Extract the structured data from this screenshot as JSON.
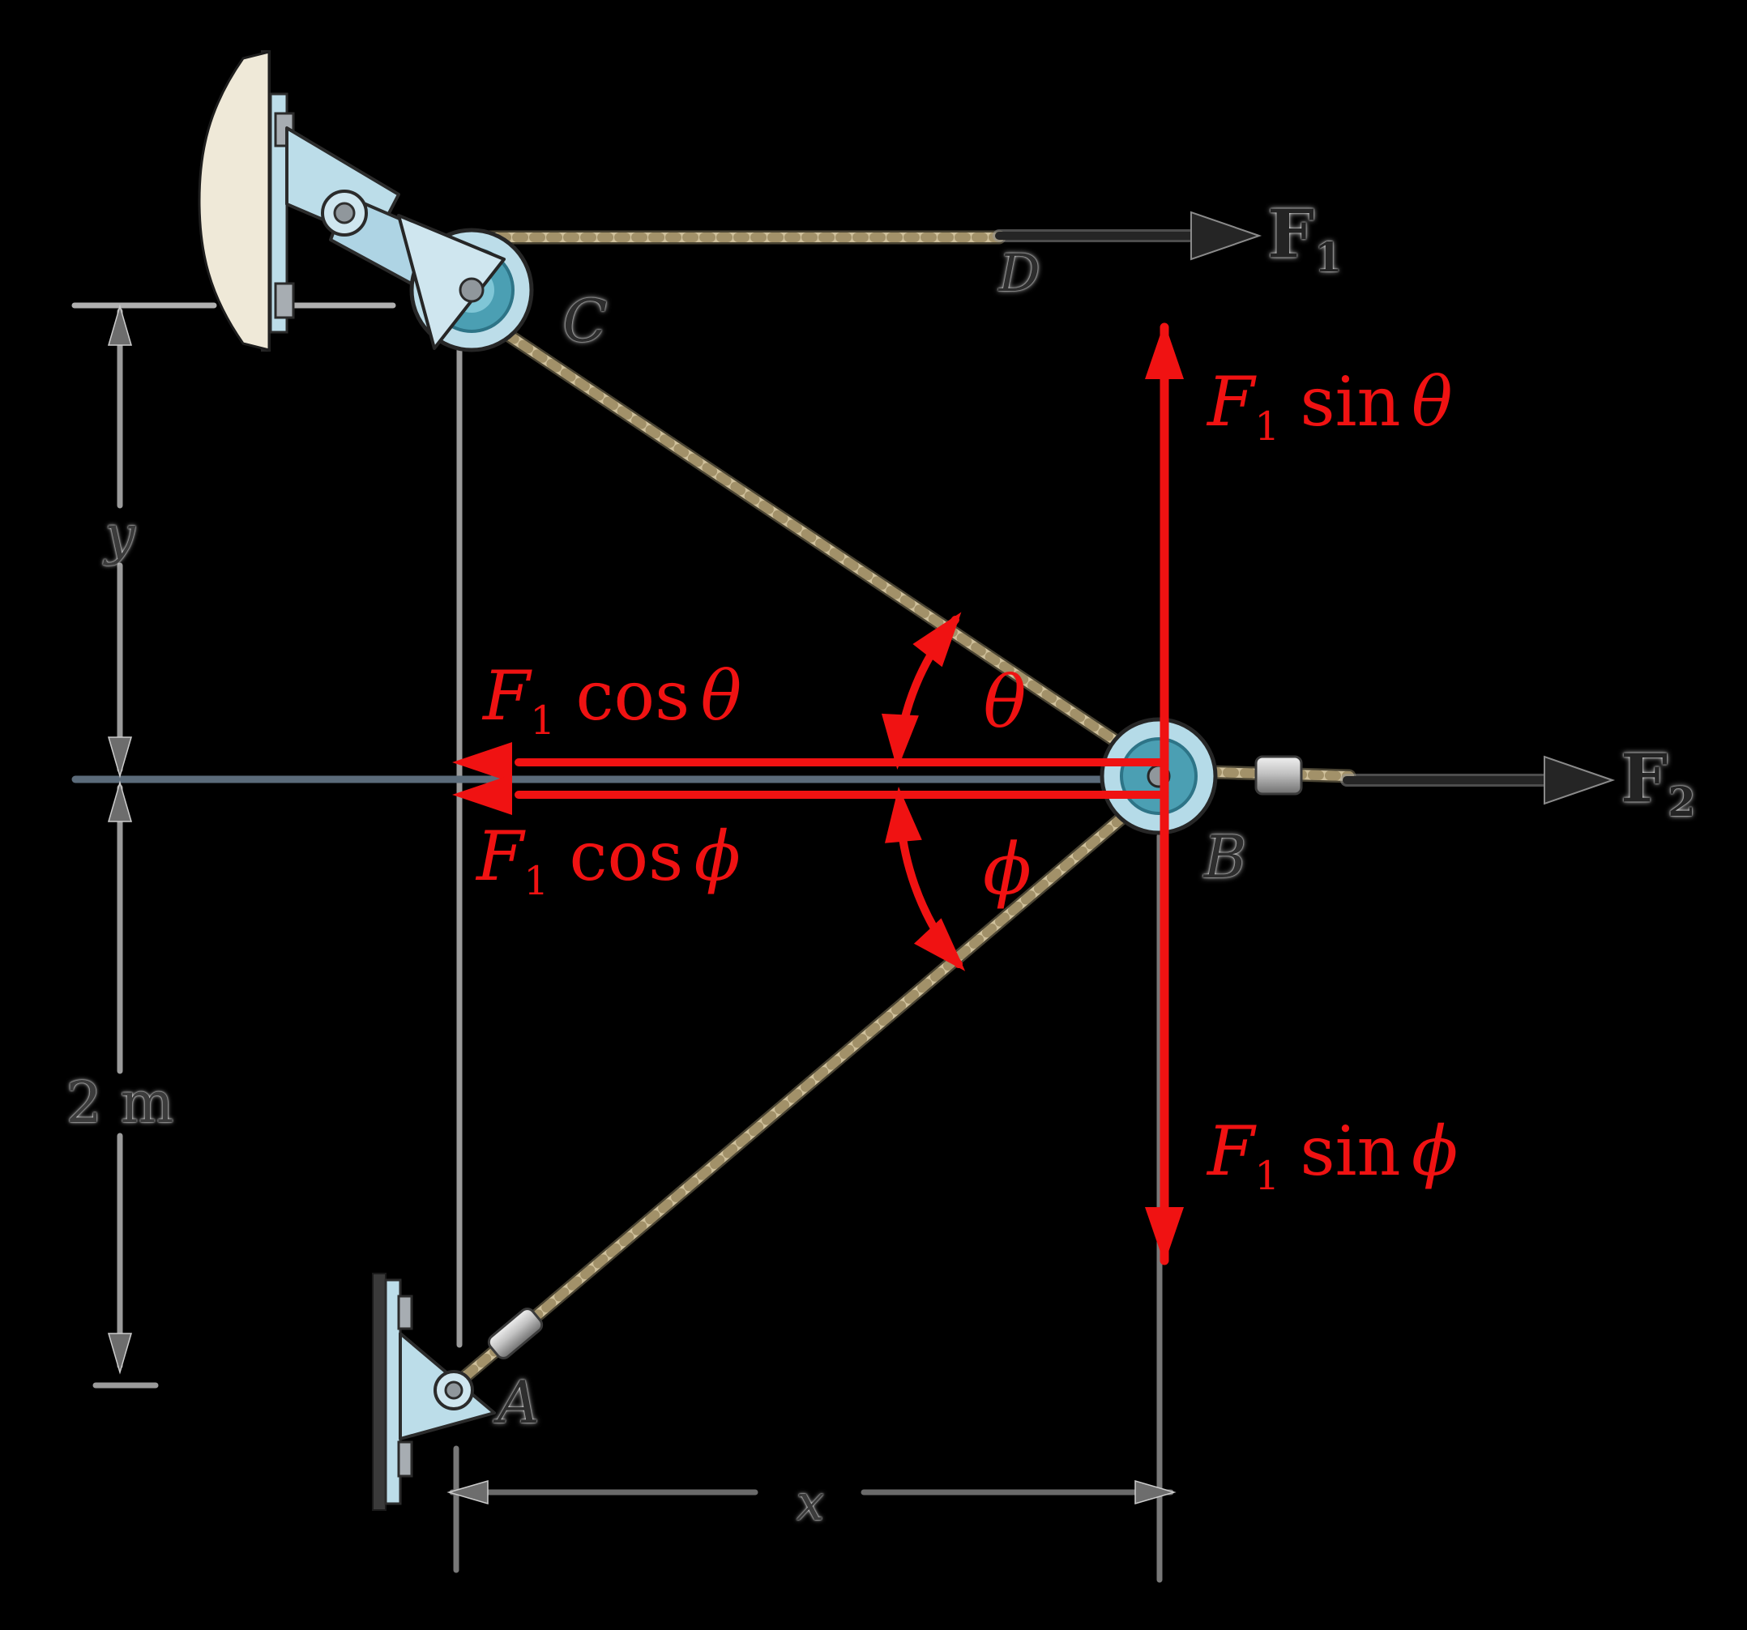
{
  "figure": {
    "points": {
      "A": "A",
      "B": "B",
      "C": "C",
      "D": "D"
    },
    "forces": {
      "f1": {
        "symbol": "F",
        "subscript": "1"
      },
      "f2": {
        "symbol": "F",
        "subscript": "2"
      }
    },
    "components": {
      "f1_sin_theta": {
        "symbol": "F",
        "subscript": "1",
        "function": "sin",
        "angle": "θ"
      },
      "f1_cos_theta": {
        "symbol": "F",
        "subscript": "1",
        "function": "cos",
        "angle": "θ"
      },
      "f1_cos_phi": {
        "symbol": "F",
        "subscript": "1",
        "function": "cos",
        "angle": "ϕ"
      },
      "f1_sin_phi": {
        "symbol": "F",
        "subscript": "1",
        "function": "sin",
        "angle": "ϕ"
      }
    },
    "angles": {
      "theta": "θ",
      "phi": "ϕ"
    },
    "dimensions": {
      "y": "y",
      "span_2m": "2 m",
      "x": "x"
    },
    "colors": {
      "background": "#000000",
      "component_red": "#f01212",
      "rope_tan": "#cfc09b",
      "pulley_teal": "#4b9fb3",
      "pulley_light_blue": "#bcdde9",
      "wall_plate_cream": "#efe9d8",
      "centerline_slate": "#5b6b7a",
      "dimension_gray": "#9b9b9b",
      "label_black": "#242424"
    }
  }
}
